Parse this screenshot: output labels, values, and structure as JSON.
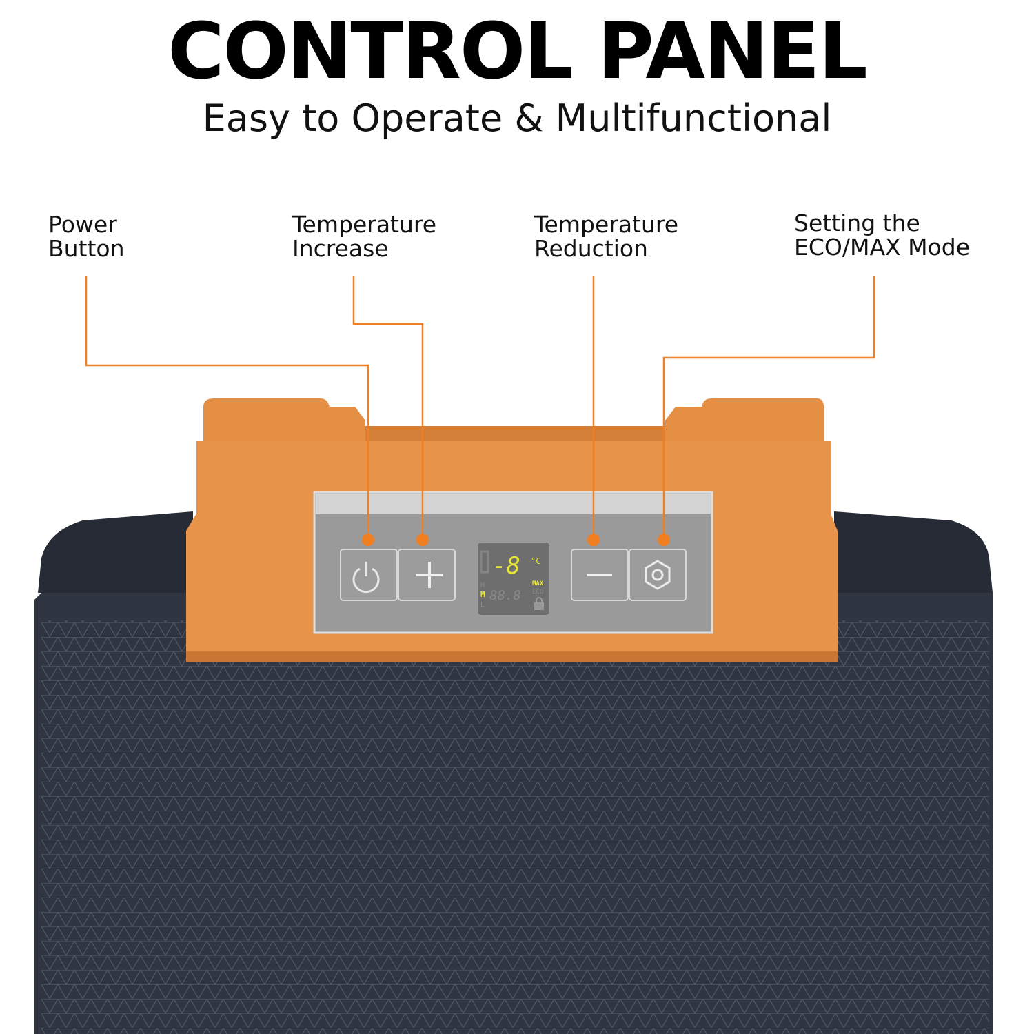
{
  "header": {
    "title": "CONTROL PANEL",
    "subtitle": "Easy to Operate & Multifunctional"
  },
  "callouts": [
    {
      "line1": "Power",
      "line2": "Button"
    },
    {
      "line1": "Temperature",
      "line2": "Increase"
    },
    {
      "line1": "Temperature",
      "line2": "Reduction"
    },
    {
      "line1": "Setting the",
      "line2": "ECO/MAX Mode"
    }
  ],
  "display": {
    "temperature": "-8",
    "unit": "°C",
    "mode_max": "MAX",
    "mode_eco": "ECO",
    "level_h": "H",
    "level_m": "M",
    "level_l": "L",
    "secondary": "88.8"
  },
  "colors": {
    "accent": "#f07f22",
    "handle": "#e58f45",
    "body": "#2f3541",
    "lcd_lit": "#e6e639"
  },
  "icons": [
    "power-icon",
    "plus-icon",
    "minus-icon",
    "hexagon-nut-icon",
    "lock-icon"
  ]
}
